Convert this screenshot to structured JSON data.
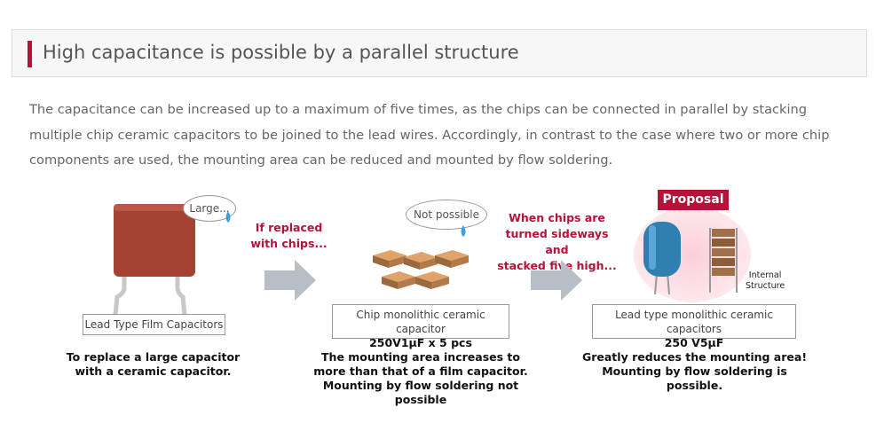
{
  "header": {
    "title": "High capacitance is possible by a parallel structure"
  },
  "intro": "The capacitance can be increased up to a maximum of five times, as the chips can be connected in parallel by stacking multiple chip ceramic capacitors to be joined to the lead wires. Accordingly, in contrast to the case where two or more chip components are used, the mounting area can be reduced and mounted by flow soldering.",
  "film": {
    "bubble": "Large...",
    "label": "Lead Type Film Capacitors",
    "caption_line1": "To replace a large capacitor",
    "caption_line2": "with a ceramic capacitor."
  },
  "arrow1_text": {
    "line1": "If replaced",
    "line2": "with chips..."
  },
  "chip": {
    "bubble": "Not possible",
    "label_line1": "Chip monolithic ceramic capacitor",
    "label_line2": "250V1μF x 5 pcs",
    "caption_line1": "The mounting area increases to",
    "caption_line2": "more than that of a film capacitor.",
    "caption_line3": "Mounting by flow soldering not possible"
  },
  "arrow2_text": {
    "line1": "When chips are",
    "line2": "turned sideways and",
    "line3": "stacked five high..."
  },
  "proposal": {
    "badge": "Proposal",
    "internal_line1": "Internal",
    "internal_line2": "Structure",
    "label_line1": "Lead type monolithic ceramic capacitors",
    "label_line2": "250 V5μF",
    "caption_line1": "Greatly reduces the mounting area!",
    "caption_line2": "Mounting by flow soldering is possible."
  },
  "colors": {
    "accent": "#b5123a",
    "film_body": "#a64234",
    "chip_body": "#c98a52",
    "cap_blue": "#2f7fb0",
    "arrow": "#b7bec6"
  }
}
